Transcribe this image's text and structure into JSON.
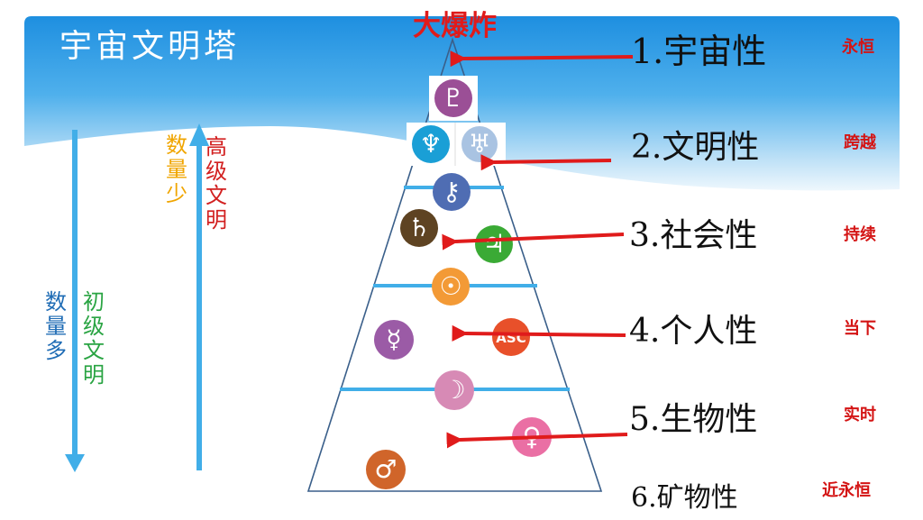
{
  "slide": {
    "title": "宇宙文明塔",
    "apex_label": "大爆炸"
  },
  "left_axes": {
    "down_arrow": {
      "quantity": [
        "数",
        "量",
        "多"
      ],
      "level": [
        "初",
        "级",
        "文",
        "明"
      ]
    },
    "up_arrow": {
      "quantity": [
        "数",
        "量",
        "少"
      ],
      "level": [
        "高",
        "级",
        "文",
        "明"
      ]
    }
  },
  "levels": [
    {
      "label": "1.宇宙性",
      "tag": "永恒"
    },
    {
      "label": "2.文明性",
      "tag": "跨越"
    },
    {
      "label": "3.社会性",
      "tag": "持续"
    },
    {
      "label": "4.个人性",
      "tag": "当下"
    },
    {
      "label": "5.生物性",
      "tag": "实时"
    },
    {
      "label": "6.矿物性",
      "tag": "近永恒"
    }
  ],
  "planets": [
    {
      "name": "pluto",
      "glyph": "♇",
      "color": "#9b4f96"
    },
    {
      "name": "neptune",
      "glyph": "♆",
      "color": "#1a9fd6"
    },
    {
      "name": "uranus",
      "glyph": "♅",
      "color": "#a9c3e2"
    },
    {
      "name": "chiron",
      "glyph": "⚷",
      "color": "#4f6db3"
    },
    {
      "name": "saturn",
      "glyph": "♄",
      "color": "#5e4322"
    },
    {
      "name": "jupiter",
      "glyph": "♃",
      "color": "#3aaa35"
    },
    {
      "name": "sun",
      "glyph": "☉",
      "color": "#f39a36"
    },
    {
      "name": "mercury",
      "glyph": "☿",
      "color": "#9b5ba6"
    },
    {
      "name": "ascendant",
      "glyph": "ASC",
      "color": "#e8502a"
    },
    {
      "name": "moon",
      "glyph": "☽",
      "color": "#d78ab5"
    },
    {
      "name": "venus",
      "glyph": "♀",
      "color": "#ea6fa4"
    },
    {
      "name": "mars",
      "glyph": "♂",
      "color": "#d0652a"
    }
  ],
  "colors": {
    "sky_top": "#1e8fe0",
    "sky_bottom": "#e9f5fc",
    "axis_arrow": "#41aee8",
    "pointer_arrow": "#e01b1b",
    "tag_red": "#d41414",
    "quantity_few": "#f0a500",
    "quantity_many": "#1f6cb5",
    "level_high": "#d21f1f",
    "level_low": "#2aa443"
  }
}
